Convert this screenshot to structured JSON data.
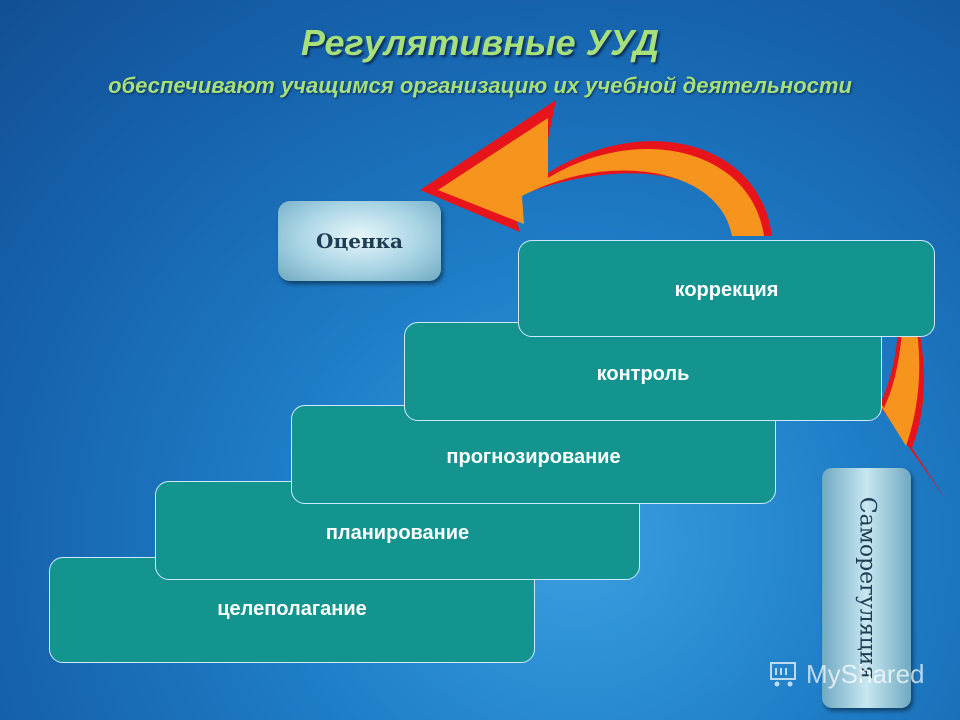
{
  "header": {
    "title": "Регулятивные УУД",
    "subtitle": "обеспечивают учащимся организацию их учебной деятельности"
  },
  "steps": [
    {
      "label": "целеполагание"
    },
    {
      "label": "планирование"
    },
    {
      "label": "прогнозирование"
    },
    {
      "label": "контроль"
    },
    {
      "label": "коррекция"
    }
  ],
  "ocenka_label": "Оценка",
  "samoregulyatsiya_label": "Саморегуляция",
  "watermark": "MyShared",
  "colors": {
    "step_fill": "#13948f",
    "title_green": "#a7e07a",
    "arrow_orange": "#f7941d",
    "arrow_red": "#e8141c"
  }
}
